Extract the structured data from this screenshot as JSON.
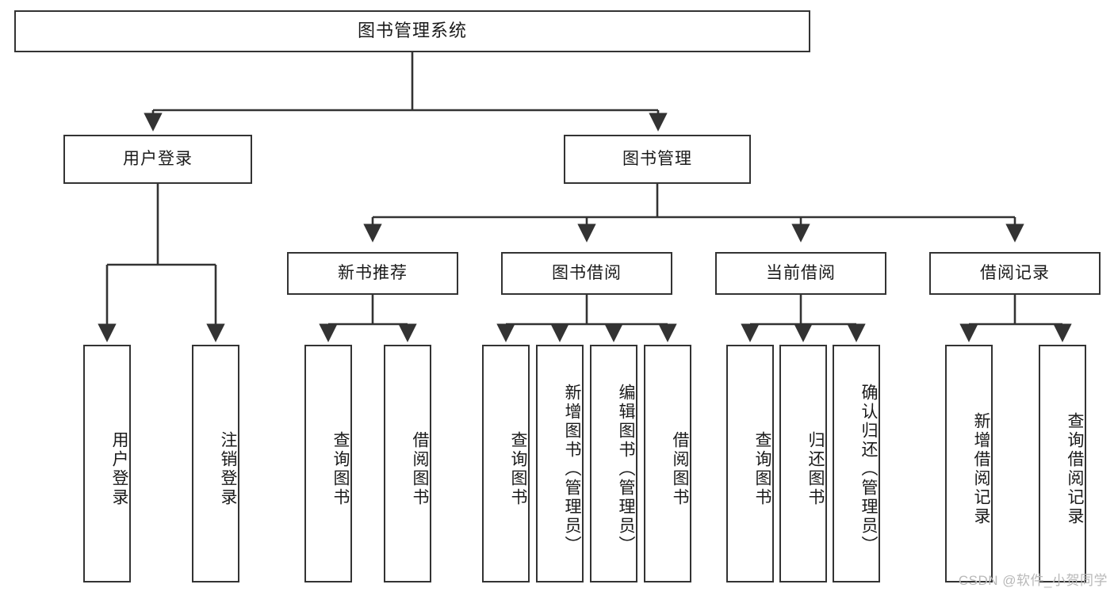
{
  "diagram": {
    "title": "图书管理系统",
    "type": "tree-hierarchy-chart",
    "stroke_color": "#333333",
    "background_color": "#ffffff",
    "text_color": "#1a1a1a",
    "root": {
      "label": "图书管理系统"
    },
    "level2": [
      {
        "label": "用户登录"
      },
      {
        "label": "图书管理"
      }
    ],
    "level3": [
      {
        "label": "新书推荐"
      },
      {
        "label": "图书借阅"
      },
      {
        "label": "当前借阅"
      },
      {
        "label": "借阅记录"
      }
    ],
    "leaves": {
      "user_login": [
        {
          "label": "用户登录"
        },
        {
          "label": "注销登录"
        }
      ],
      "new_book": [
        {
          "label": "查询图书"
        },
        {
          "label": "借阅图书"
        }
      ],
      "book_borrow": [
        {
          "label": "查询图书"
        },
        {
          "label": "新增图书（管理员）"
        },
        {
          "label": "编辑图书（管理员）"
        },
        {
          "label": "借阅图书"
        }
      ],
      "current_borrow": [
        {
          "label": "查询图书"
        },
        {
          "label": "归还图书"
        },
        {
          "label": "确认归还（管理员）"
        }
      ],
      "borrow_record": [
        {
          "label": "新增借阅记录"
        },
        {
          "label": "查询借阅记录"
        }
      ]
    }
  },
  "watermark": {
    "text": "CSDN @软件_小贺同学"
  }
}
